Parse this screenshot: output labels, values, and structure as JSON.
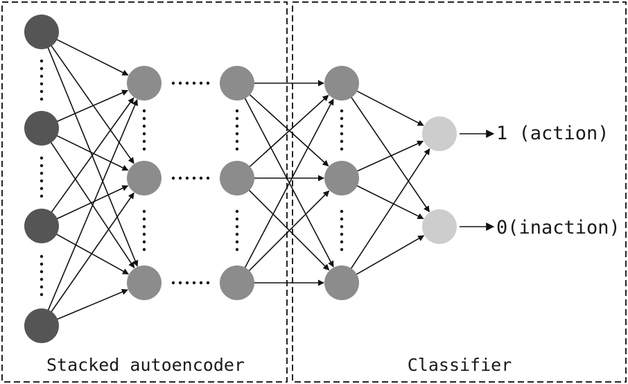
{
  "regions": {
    "autoencoder": {
      "label": "Stacked autoencoder"
    },
    "classifier": {
      "label": "Classifier"
    }
  },
  "outputs": [
    {
      "label": "1 (action)"
    },
    {
      "label": "0(inaction)"
    }
  ],
  "colors": {
    "input_node": "#555555",
    "hidden_node": "#8c8c8c",
    "output_node": "#cdcdcd",
    "edge": "#111111",
    "frame": "#222222"
  }
}
